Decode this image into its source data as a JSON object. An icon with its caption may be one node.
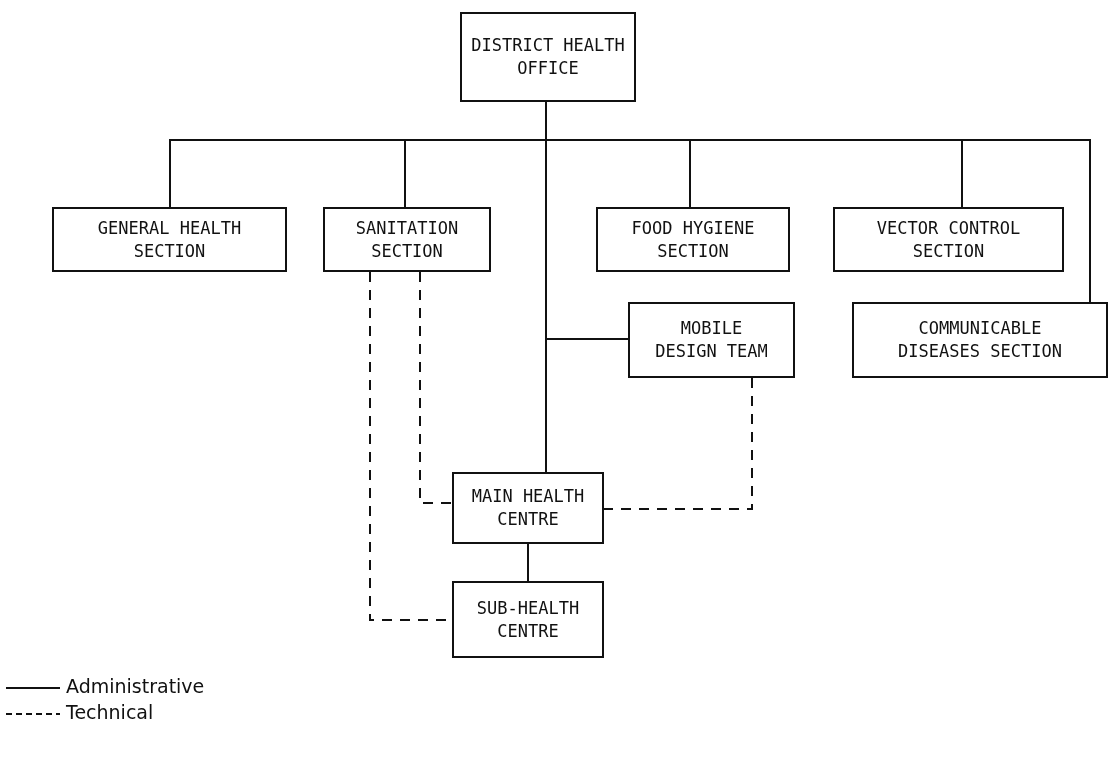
{
  "diagram": {
    "nodes": [
      {
        "text": [
          "DISTRICT HEALTH OFFICE"
        ]
      },
      {
        "text": [
          "GENERAL HEALTH SECTION"
        ]
      },
      {
        "text": [
          "SANITATION SECTION"
        ]
      },
      {
        "text": [
          "FOOD HYGIENE SECTION"
        ]
      },
      {
        "text": [
          "VECTOR CONTROL SECTION"
        ]
      },
      {
        "text": [
          "MOBILE DESIGN TEAM"
        ]
      },
      {
        "text": [
          "COMMUNICABLE DISEASES SECTION"
        ]
      },
      {
        "text": [
          "MAIN HEALTH CENTRE"
        ]
      },
      {
        "text": [
          "SUB-HEALTH CENTRE"
        ]
      }
    ],
    "edges": [
      {
        "from": 0,
        "to": 1,
        "arrow": "none"
      },
      {
        "from": 0,
        "to": 2,
        "arrow": "none"
      },
      {
        "from": 0,
        "to": 3,
        "arrow": "none"
      },
      {
        "from": 0,
        "to": 4,
        "arrow": "none"
      },
      {
        "from": 0,
        "to": 5,
        "arrow": "none"
      },
      {
        "from": 0,
        "to": 6,
        "arrow": "none"
      },
      {
        "from": 0,
        "to": 7,
        "arrow": "none"
      },
      {
        "from": 7,
        "to": 8,
        "arrow": "none"
      },
      {
        "from": 2,
        "to": 7,
        "arrow": "none",
        "style": "dashed"
      },
      {
        "from": 2,
        "to": 8,
        "arrow": "none",
        "style": "dashed"
      },
      {
        "from": 5,
        "to": 7,
        "arrow": "none",
        "style": "dashed"
      }
    ],
    "legend": [
      {
        "text": "Administrative"
      },
      {
        "text": "Technical"
      }
    ]
  }
}
